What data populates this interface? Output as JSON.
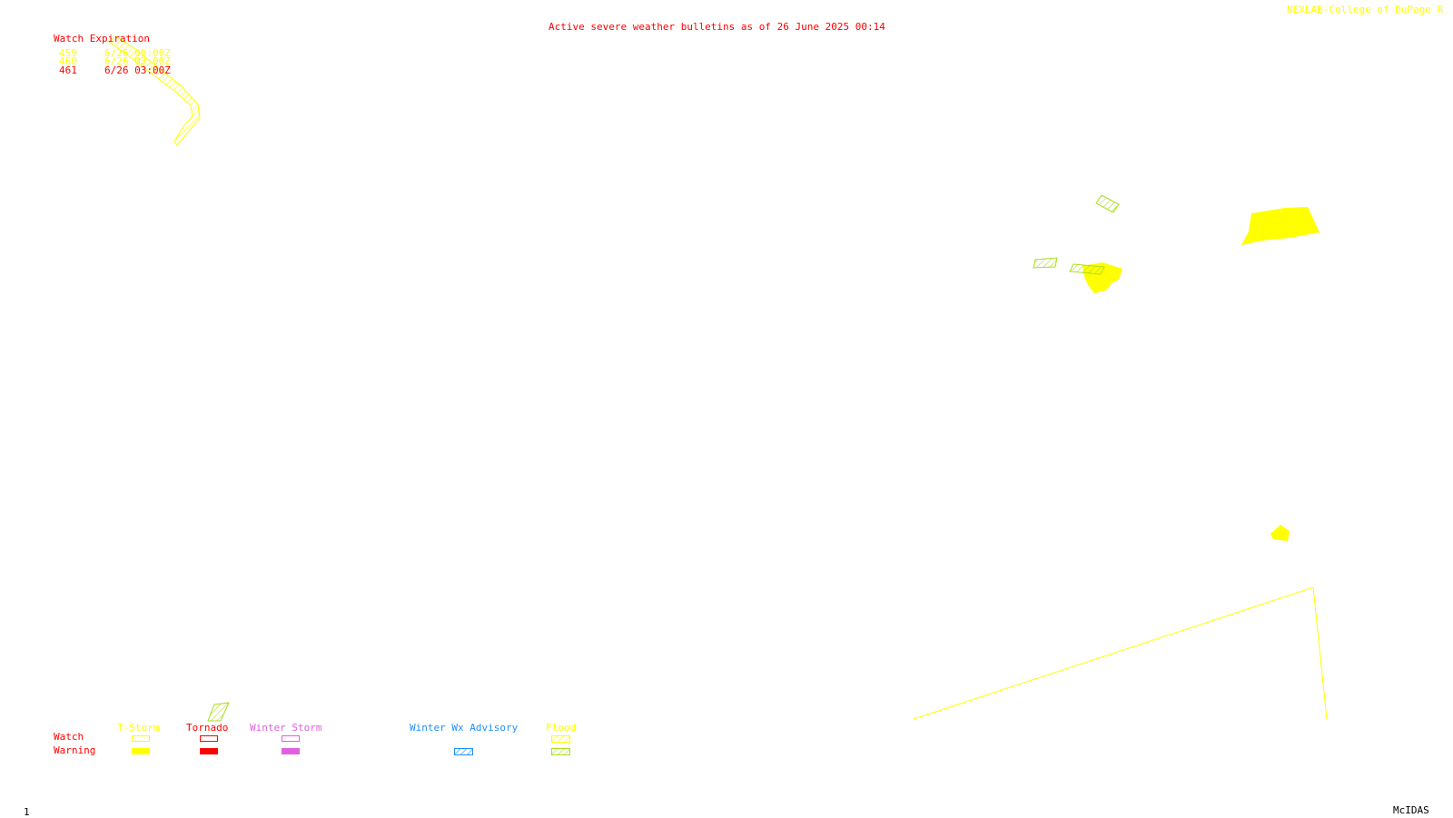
{
  "header": {
    "title": "Active severe weather bulletins as of 26 June 2025 00:14",
    "credit": "NEXLAB-College of DuPage R"
  },
  "watch_expiration": {
    "heading": "Watch Expiration",
    "rows": [
      {
        "id": "459",
        "time": "6/26 00:00Z",
        "color": "#ffff00"
      },
      {
        "id": "460",
        "time": "6/26 03:00Z",
        "color": "#ffff00"
      },
      {
        "id": "461",
        "time": "6/26 03:00Z",
        "color": "#ff0000"
      }
    ]
  },
  "legend": {
    "row_watch": "Watch",
    "row_warning": "Warning",
    "categories": [
      {
        "label": "T-Storm",
        "color": "#ffff00"
      },
      {
        "label": "Tornado",
        "color": "#ff0000"
      },
      {
        "label": "Winter Storm",
        "color": "#e060e0"
      },
      {
        "label": "Winter Wx Advisory",
        "color": "#1e90ff"
      },
      {
        "label": "Flood",
        "color": "#aadd22"
      }
    ]
  },
  "footer": {
    "frame": "1",
    "software": "McIDAS"
  },
  "colors": {
    "background": "#ffffff",
    "tstorm": "#ffff00",
    "tornado": "#ff0000",
    "winter_storm": "#e060e0",
    "winter_advisory": "#1e90ff",
    "flood": "#aadd22"
  }
}
